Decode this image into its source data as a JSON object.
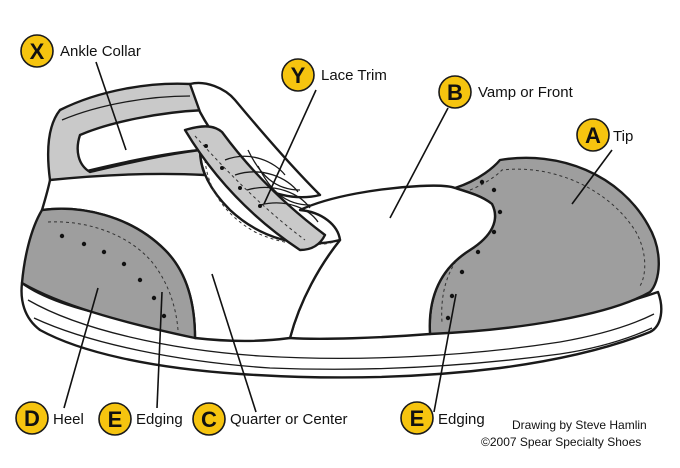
{
  "colors": {
    "badge": "#f6c40f",
    "leather_gray": "#9e9e9e",
    "collar_gray": "#c9c9c9",
    "vamp_white": "#ffffff",
    "outline": "#1a1a1a"
  },
  "labels": [
    {
      "id": "x",
      "letter": "X",
      "text": "Ankle Collar"
    },
    {
      "id": "y",
      "letter": "Y",
      "text": "Lace Trim"
    },
    {
      "id": "b",
      "letter": "B",
      "text": "Vamp or Front"
    },
    {
      "id": "a",
      "letter": "A",
      "text": "Tip"
    },
    {
      "id": "d",
      "letter": "D",
      "text": "Heel"
    },
    {
      "id": "e1",
      "letter": "E",
      "text": "Edging"
    },
    {
      "id": "c",
      "letter": "C",
      "text": "Quarter or Center"
    },
    {
      "id": "e2",
      "letter": "E",
      "text": "Edging"
    }
  ],
  "credit": {
    "line1": "Drawing by Steve Hamlin",
    "line2": "©2007 Spear Specialty Shoes"
  }
}
